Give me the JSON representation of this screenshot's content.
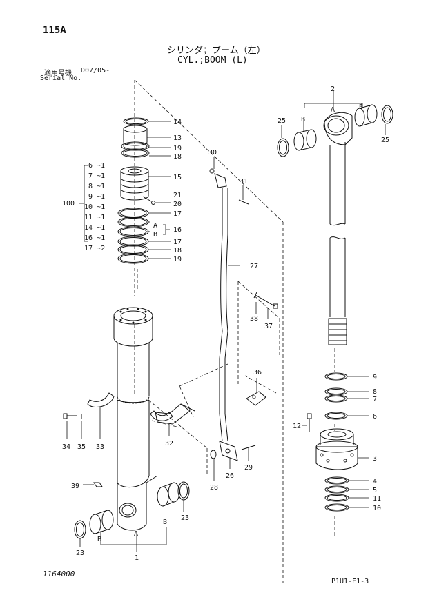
{
  "header": {
    "page_id": "115A",
    "title_jp": "シリンダ；ブーム（左）",
    "title_en": "CYL.;BOOM (L)",
    "applicable_label": "適用号機",
    "applicable_value": "D07/05-",
    "serial_label": "Serial No."
  },
  "footer": {
    "drawing_number": "1164000",
    "sheet_code": "P1U1-E1-3"
  },
  "group": {
    "label": "100",
    "items": [
      "6 ~1",
      "7 ~1",
      "8 ~1",
      "9 ~1",
      "10 ~1",
      "11 ~1",
      "14 ~1",
      "16 ~1",
      "17 ~2"
    ]
  },
  "callouts": {
    "c14": "14",
    "c13": "13",
    "c19a": "19",
    "c18a": "18",
    "c15": "15",
    "c21": "21",
    "c20": "20",
    "c17a": "17",
    "cA16": "A",
    "cB16": "B",
    "c16": "16",
    "c17b": "17",
    "c18b": "18",
    "c19b": "19",
    "c30": "30",
    "c31": "31",
    "c27": "27",
    "c38": "38",
    "c37": "37",
    "c36": "36",
    "c2": "2",
    "cA2": "A",
    "cB2l": "B",
    "cB2r": "B",
    "c25l": "25",
    "c25r": "25",
    "c9": "9",
    "c8": "8",
    "c7": "7",
    "c6": "6",
    "c12": "12",
    "c3": "3",
    "c4": "4",
    "c5": "5",
    "c11": "11",
    "c10": "10",
    "c34": "34",
    "c35": "35",
    "c33": "33",
    "c32": "32",
    "c29": "29",
    "c28": "28",
    "c26": "26",
    "c39": "39",
    "c23l": "23",
    "c23r": "23",
    "cA1": "A",
    "cB1l": "B",
    "cB1r": "B",
    "c1": "1"
  }
}
